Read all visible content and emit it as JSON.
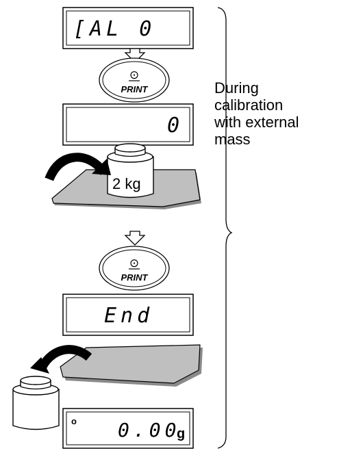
{
  "steps": {
    "display_1": "[AL  0",
    "print_key_1": {
      "symbol": "⊙",
      "label": "PRINT"
    },
    "display_2": "0",
    "weight_label": "2 kg",
    "print_key_2": {
      "symbol": "⊙",
      "label": "PRINT"
    },
    "display_3": "End",
    "display_4": {
      "indicator": "o",
      "value": "0.00",
      "unit": "g"
    }
  },
  "annotation": {
    "lines": [
      "During",
      "calibration",
      "with external",
      "mass"
    ]
  },
  "colors": {
    "pan_fill": "#bfbfbf",
    "pan_edge": "#8a8a8a",
    "ink": "#000000",
    "paper": "#ffffff"
  }
}
